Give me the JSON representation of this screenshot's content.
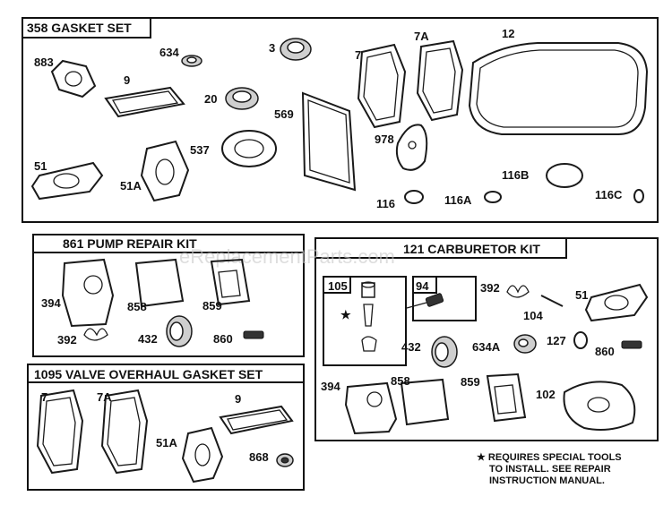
{
  "sections": {
    "gasket_set": "358 GASKET SET",
    "pump_kit": "861 PUMP REPAIR KIT",
    "carb_kit": "121 CARBURETOR KIT",
    "valve_set": "1095 VALVE OVERHAUL GASKET SET"
  },
  "labels": {
    "g883": "883",
    "g9": "9",
    "g634": "634",
    "g3": "3",
    "g7": "7",
    "g7a": "7A",
    "g12": "12",
    "g20": "20",
    "g569": "569",
    "g978": "978",
    "g537": "537",
    "g51": "51",
    "g51a": "51A",
    "g116b": "116B",
    "g116": "116",
    "g116a": "116A",
    "g116c": "116C",
    "p394": "394",
    "p858": "858",
    "p859": "859",
    "p392": "392",
    "p432": "432",
    "p860": "860",
    "c105": "105",
    "c94": "94",
    "c392": "392",
    "c51": "51",
    "c104": "104",
    "c432": "432",
    "c634a": "634A",
    "c127": "127",
    "c860": "860",
    "c394": "394",
    "c858": "858",
    "c859": "859",
    "c102": "102",
    "v7": "7",
    "v7a": "7A",
    "v9": "9",
    "v51a": "51A",
    "v868": "868"
  },
  "note": {
    "line1": "★ REQUIRES SPECIAL TOOLS",
    "line2": "TO INSTALL.  SEE REPAIR",
    "line3": "INSTRUCTION MANUAL."
  },
  "watermark": "eReplacementParts.com"
}
